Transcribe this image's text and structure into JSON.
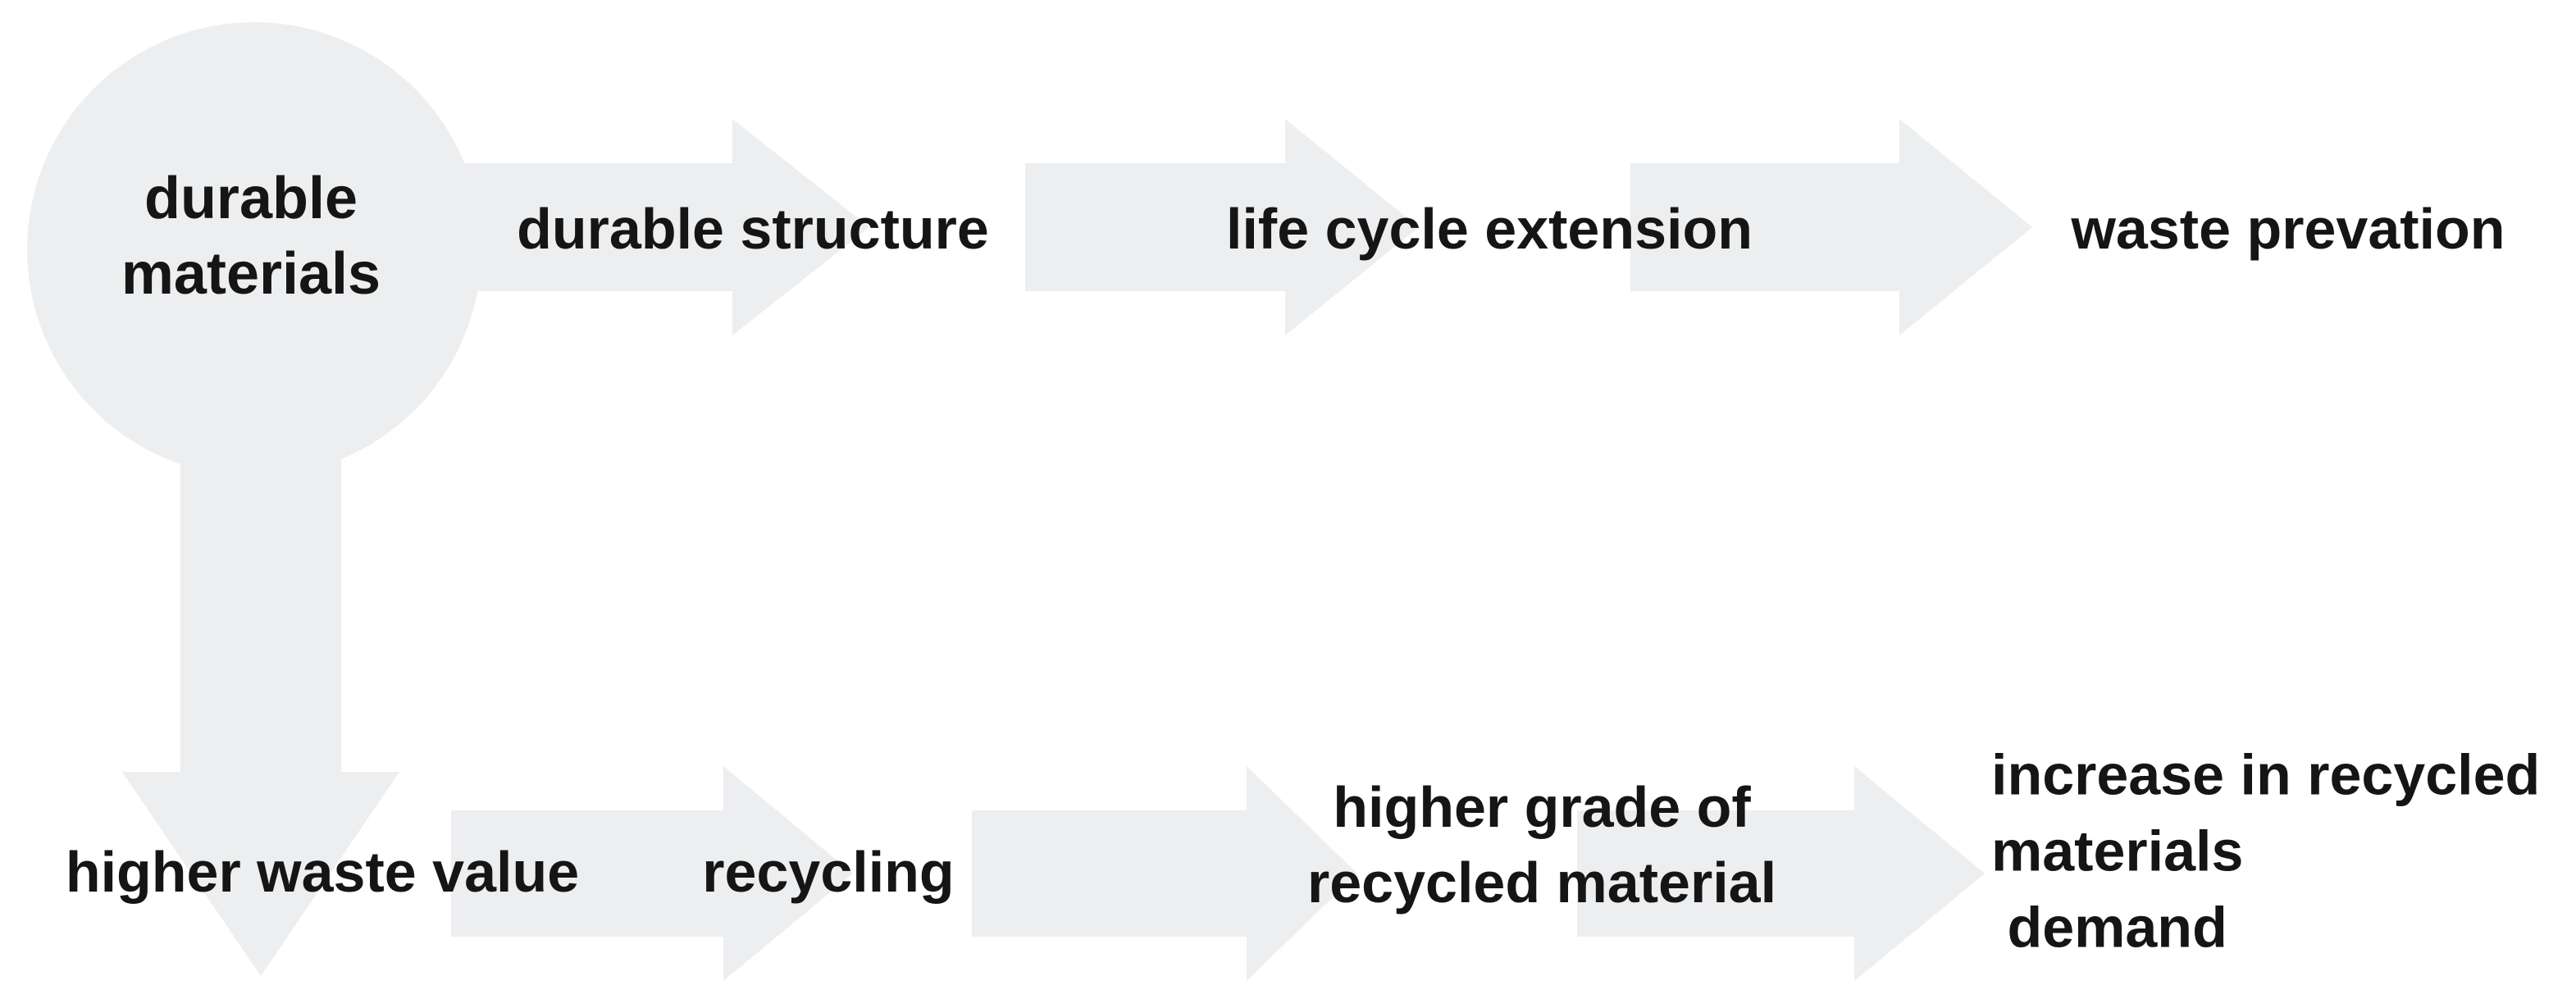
{
  "diagram": {
    "colors": {
      "background": "#ffffff",
      "shape": "#eceef0",
      "text": "#151515"
    },
    "source_node": {
      "label": "durable\nmaterials"
    },
    "top_flow": {
      "step1": "durable structure",
      "step2": "life cycle extension",
      "step3": "waste prevation"
    },
    "bottom_flow": {
      "start": "higher waste value",
      "step1": "recycling",
      "step2": "higher grade of\nrecycled material",
      "result": "increase in recycled\nmaterials\n demand"
    }
  }
}
